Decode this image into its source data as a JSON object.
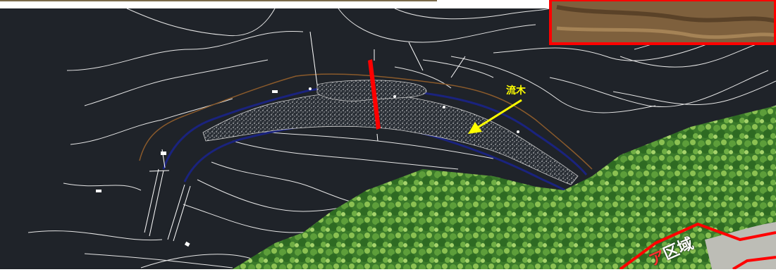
{
  "annotations": {
    "driftwood_label": "流木",
    "area_label": "区域",
    "area_label_partial": "ア"
  },
  "colors": {
    "cad_background": "#1f2329",
    "contour_line": "#e6e6e6",
    "channel_outline": "#1a237e",
    "boundary_line": "#8a5a2b",
    "highlight_red": "#ff0000",
    "annotation_yellow": "#ffff00",
    "forest_green": "#3f7d2a"
  },
  "icons": {
    "arrow": "yellow-arrow-pointing-to-driftwood"
  }
}
